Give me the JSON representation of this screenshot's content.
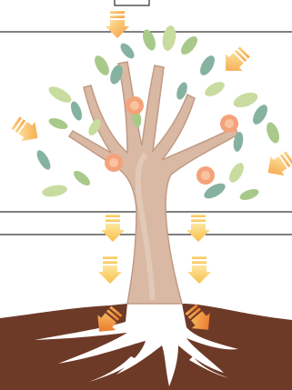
{
  "diagram": {
    "subject": "tree-with-roots",
    "colors": {
      "background": "#ffffff",
      "trunk": "#d9b9a3",
      "trunk_outline": "#c09a85",
      "leaf_light": "#c9dca0",
      "leaf_mid": "#a8c98a",
      "leaf_dark": "#86b2a0",
      "fruit": "#f4a27a",
      "fruit_center": "#f8c3a0",
      "soil": "#6e3a28",
      "roots": "#ffffff",
      "arrow_start": "#fde6a0",
      "arrow_end": "#f39a3b",
      "arrow_down_end": "#f7c04a",
      "arrow_root_end": "#e8641e",
      "lines": "#000000"
    },
    "arrow_count": 10,
    "fruit_count": 4
  }
}
